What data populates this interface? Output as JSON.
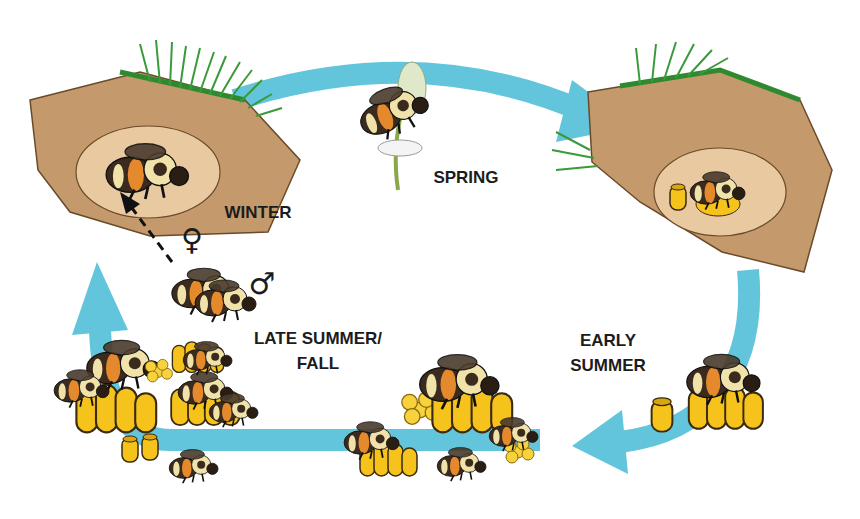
{
  "diagram": {
    "labels": [
      "WINTER",
      "SPRING",
      "EARLY SUMMER",
      "LATE SUMMER/ FALL",
      "♀",
      "♂"
    ]
  }
}
